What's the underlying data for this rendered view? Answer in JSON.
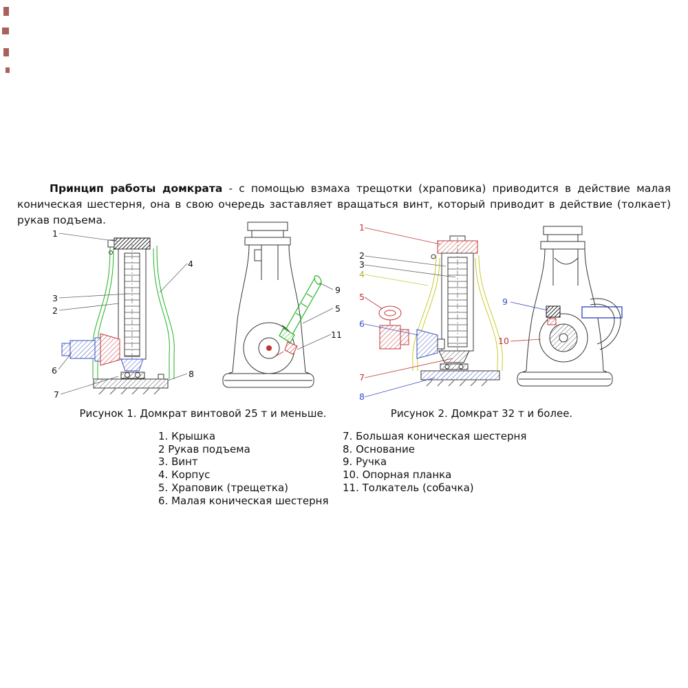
{
  "intro": {
    "bold": "Принцип работы домкрата",
    "rest": " - с помощью взмаха трещотки (храповика) приводится в действие малая коническая шестерня, она в свою очередь заставляет вращаться винт, который приводит в действие (толкает) рукав подъема."
  },
  "figure1": {
    "caption": "Рисунок 1. Домкрат винтовой 25 т и меньше.",
    "callouts": {
      "c1": "1",
      "c2": "2",
      "c3": "3",
      "c4": "4",
      "c5": "5",
      "c6": "6",
      "c7": "7",
      "c8": "8",
      "c9": "9",
      "c11": "11"
    }
  },
  "figure2": {
    "caption": "Рисунок 2. Домкрат 32 т и более.",
    "callouts": {
      "c1": "1",
      "c2": "2",
      "c3": "3",
      "c4": "4",
      "c5": "5",
      "c6": "6",
      "c7": "7",
      "c8": "8",
      "c9": "9",
      "c10": "10"
    }
  },
  "legend": {
    "left": [
      "1. Крышка",
      "2 Рукав подъема",
      "3. Винт",
      "4. Корпус",
      "5. Храповик (трещетка)",
      "6. Малая коническая шестерня"
    ],
    "right": [
      "7. Большая коническая шестерня",
      "8. Основание",
      "9. Ручка",
      "10. Опорная планка",
      "11. Толкатель (собачка)"
    ]
  },
  "colors": {
    "outline_green": "#1db31d",
    "outline_red": "#c23333",
    "outline_blue": "#3a4ec0",
    "outline_yellow": "#c9c92a",
    "ink": "#1a1a1a"
  }
}
